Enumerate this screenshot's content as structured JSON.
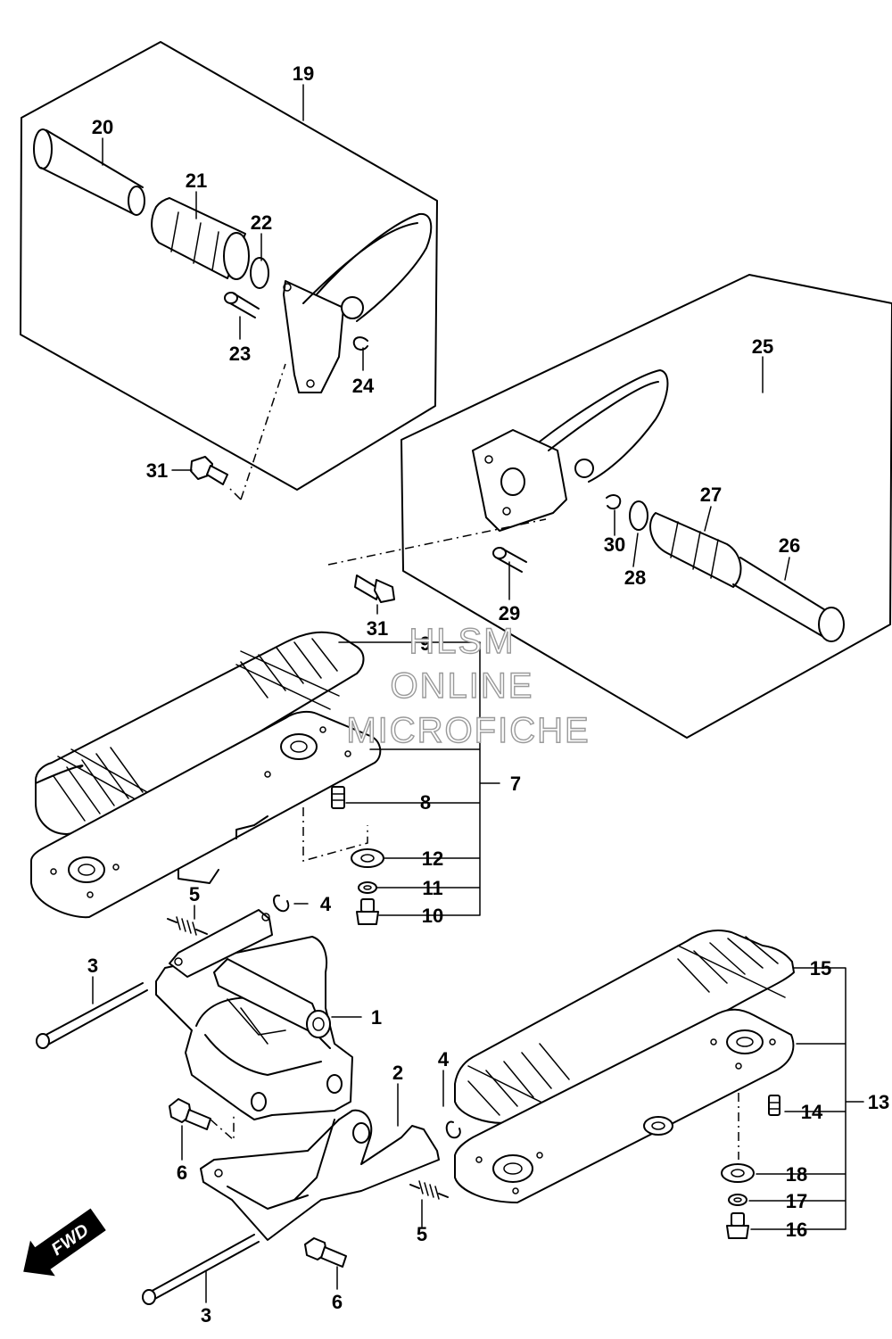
{
  "watermark": {
    "line1": "HLSM",
    "line2": "ONLINE",
    "line3": "MICROFICHE"
  },
  "direction_badge": "FWD",
  "callouts": {
    "c1": "1",
    "c2": "2",
    "c3a": "3",
    "c3b": "3",
    "c4a": "4",
    "c4b": "4",
    "c5a": "5",
    "c5b": "5",
    "c6a": "6",
    "c6b": "6",
    "c7": "7",
    "c8": "8",
    "c9": "9",
    "c10": "10",
    "c11": "11",
    "c12": "12",
    "c13": "13",
    "c14": "14",
    "c15": "15",
    "c16": "16",
    "c17": "17",
    "c18": "18",
    "c19": "19",
    "c20": "20",
    "c21": "21",
    "c22": "22",
    "c23": "23",
    "c24": "24",
    "c25": "25",
    "c26": "26",
    "c27": "27",
    "c28": "28",
    "c29": "29",
    "c30": "30",
    "c31a": "31",
    "c31b": "31"
  },
  "colors": {
    "line": "#000000",
    "background": "#ffffff",
    "watermark": "#9a9a9a"
  }
}
